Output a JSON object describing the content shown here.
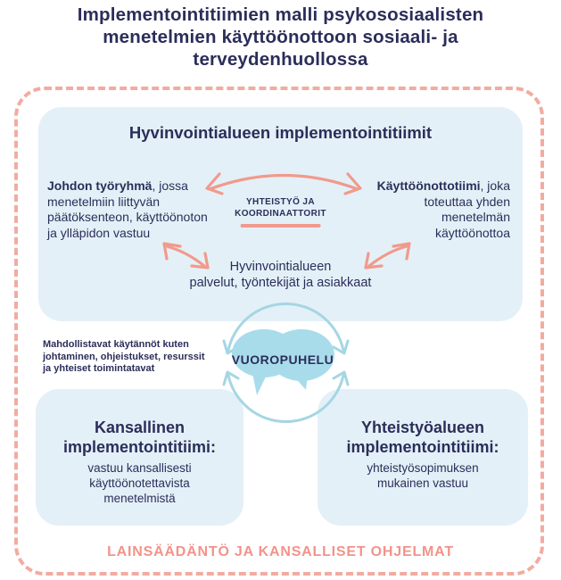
{
  "page": {
    "title_lines": [
      "Implementointitiimien malli psykososiaalisten",
      "menetelmien käyttöönottoon sosiaali- ja",
      "terveydenhuollossa"
    ]
  },
  "colors": {
    "navy": "#2b2e5a",
    "salmon": "#f19a8c",
    "salmon_dashed_border": "#f3aba0",
    "salmon_footer": "#f2938a",
    "box_bg": "#e4f0f7",
    "ring_blue": "#a5d6e4",
    "bubble_blue": "#a9dceb"
  },
  "region_box": {
    "title": "Hyvinvointialueen implementointitiimit",
    "leadership": {
      "lead": "Johdon työryhmä",
      "lead_suffix": ", jossa",
      "lines": [
        "menetelmiin liittyvän",
        "päätöksenteon, käyttöönoton",
        "ja ylläpidon vastuu"
      ]
    },
    "coordinators_lines": [
      "YHTEISTYÖ JA",
      "KOORDINAATTORIT"
    ],
    "deployment": {
      "lead": "Käyttöönottotiimi",
      "lead_suffix": ", joka",
      "lines": [
        "toteuttaa yhden",
        "menetelmän",
        "käyttöönottoa"
      ]
    },
    "services_lines": [
      "Hyvinvointialueen",
      "palvelut, työntekijät ja asiakkaat"
    ]
  },
  "middle": {
    "enablers_lines": [
      "Mahdollistavat käytännöt kuten",
      "johtaminen, ohjeistukset, resurssit",
      "ja yhteiset toimintatavat"
    ],
    "dialogue_label": "VUOROPUHELU"
  },
  "bottom_boxes": {
    "national": {
      "title": "Kansallinen implementointitiimi:",
      "body": "vastuu kansallisesti käyttöönotettavista menetelmistä"
    },
    "cooperation": {
      "title": "Yhteistyöalueen implementointitiimi:",
      "body": "yhteistyösopimuksen mukainen vastuu"
    }
  },
  "footer": {
    "caption": "LAINSÄÄDÄNTÖ JA KANSALLISET OHJELMAT"
  }
}
